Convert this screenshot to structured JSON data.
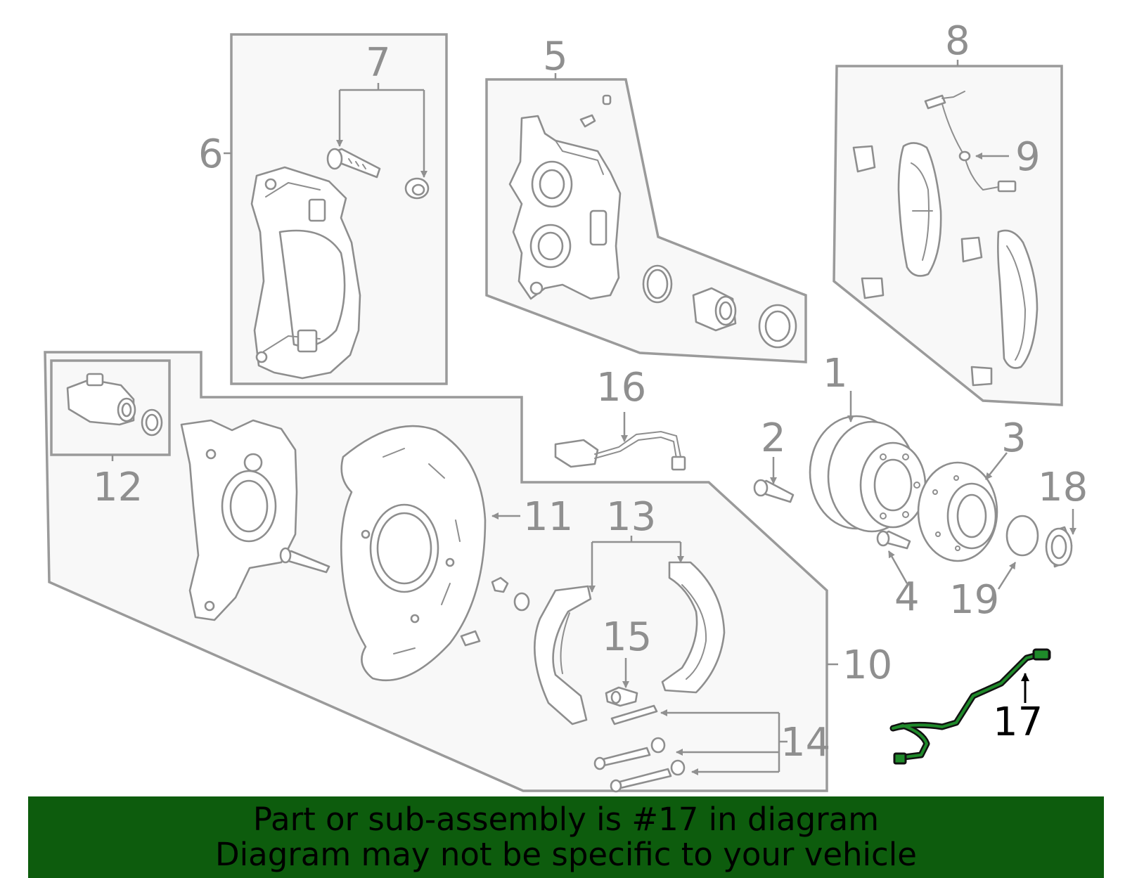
{
  "callouts": {
    "c1": "1",
    "c2": "2",
    "c3": "3",
    "c4": "4",
    "c5": "5",
    "c6": "6",
    "c7": "7",
    "c8": "8",
    "c9": "9",
    "c10": "10",
    "c11": "11",
    "c12": "12",
    "c13": "13",
    "c14": "14",
    "c15": "15",
    "c16": "16",
    "c17": "17",
    "c18": "18",
    "c19": "19"
  },
  "highlighted_part": "17",
  "colors": {
    "banner_background": "#0d5c0d",
    "highlight_part": "#1f8a2a",
    "line_art": "#8e8e8e"
  },
  "banner": {
    "line1": "Part or sub-assembly is #17 in diagram",
    "line2": "Diagram may not be specific to your vehicle"
  }
}
